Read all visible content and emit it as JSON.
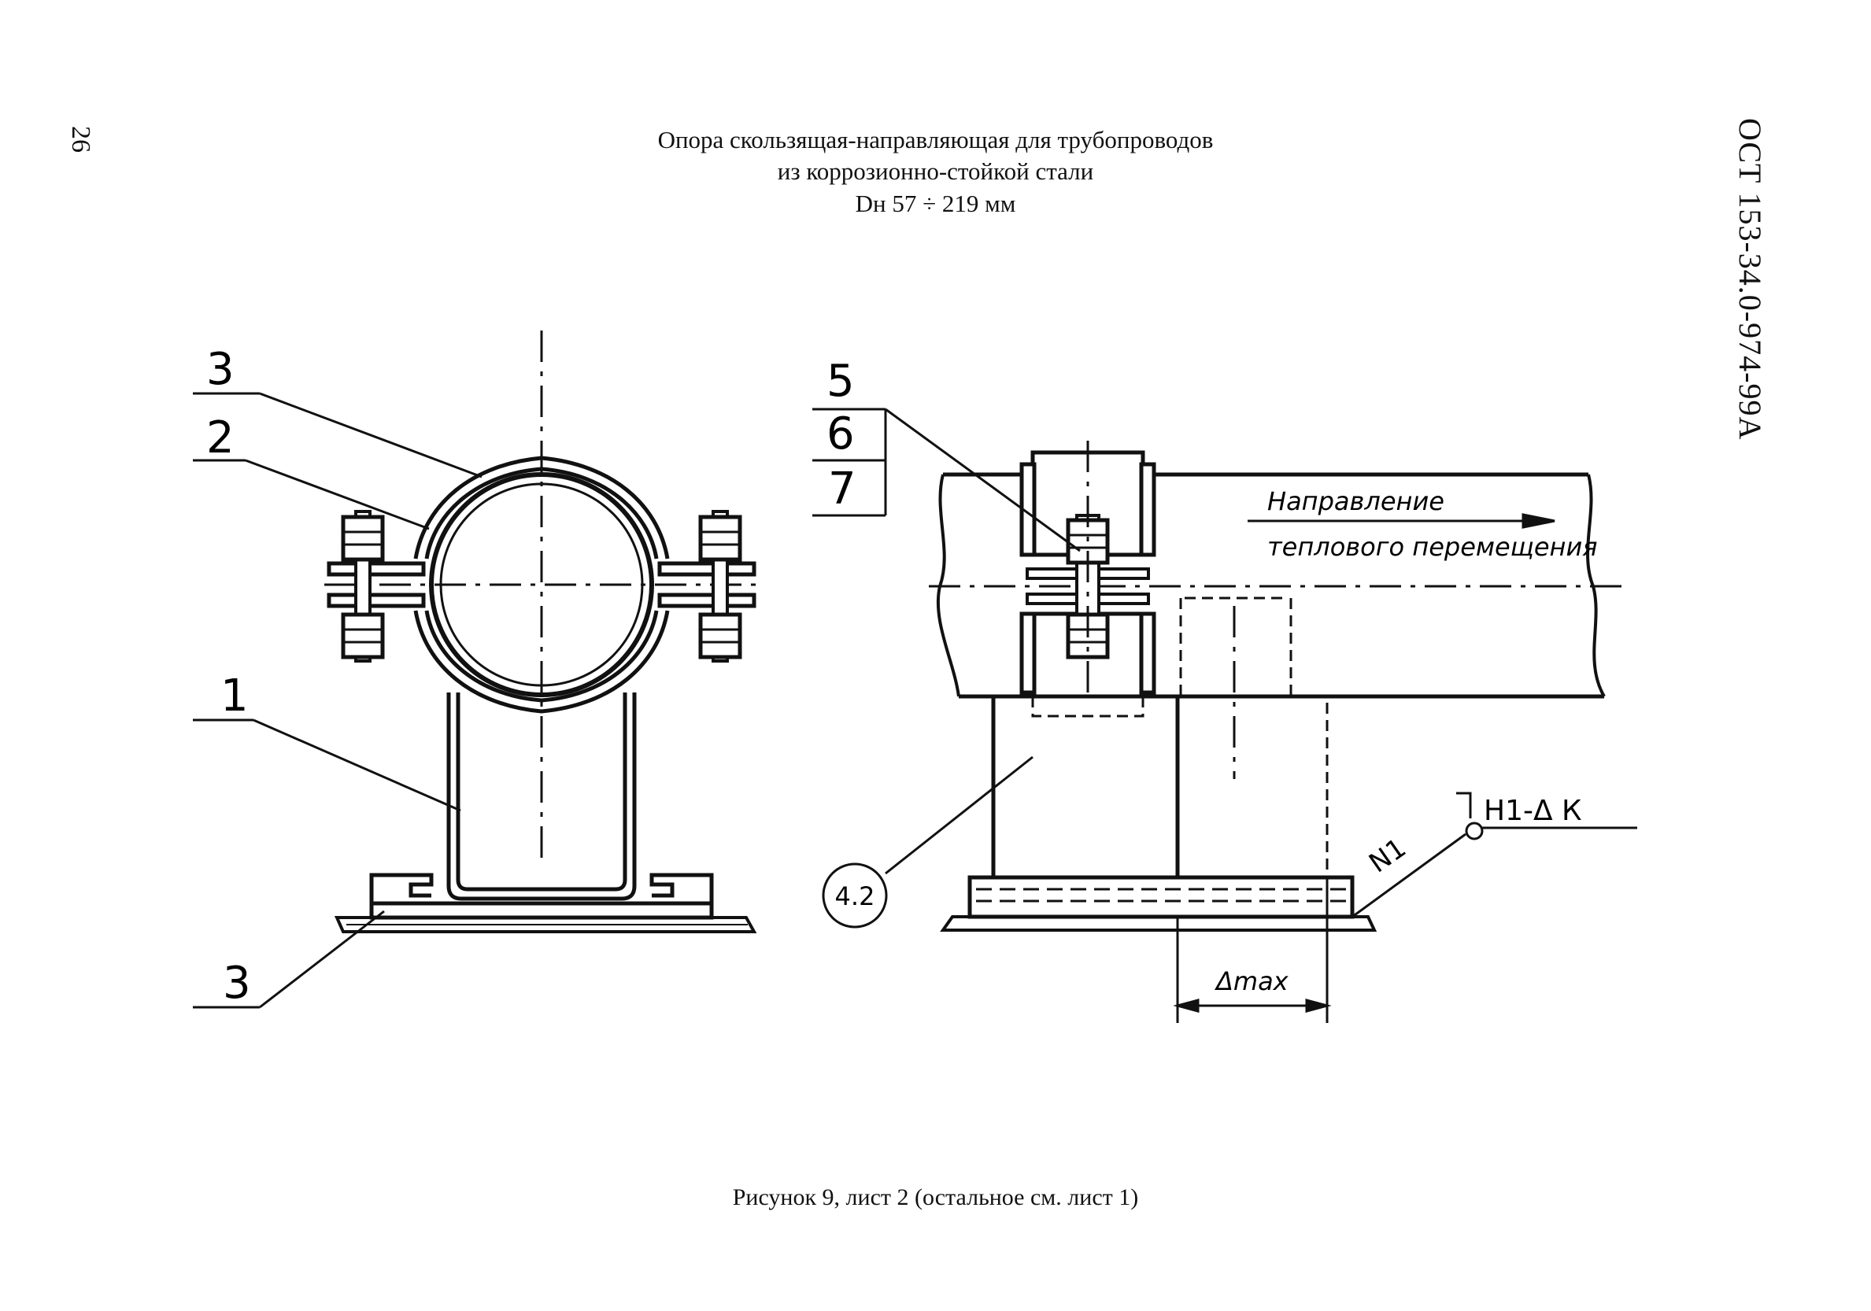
{
  "page_number": "26",
  "document_code": "ОСТ 153-34.0-974-99А",
  "title": {
    "line1": "Опора скользящая-направляющая для трубопроводов",
    "line2": "из коррозионно-стойкой стали",
    "line3": "Dн 57 ÷ 219 мм"
  },
  "drawing": {
    "front_view": {
      "callouts": [
        "3",
        "2",
        "1",
        "3"
      ]
    },
    "side_view": {
      "callouts": [
        "5",
        "6",
        "7"
      ],
      "detail_ref": "4.2",
      "direction_note_line1": "Направление",
      "direction_note_line2": "теплового перемещения",
      "weld_code": "Н1-Δ К",
      "weld_mark": "N1",
      "dimension": "Δmax"
    }
  },
  "caption": "Рисунок 9, лист 2 (остальное см. лист 1)"
}
